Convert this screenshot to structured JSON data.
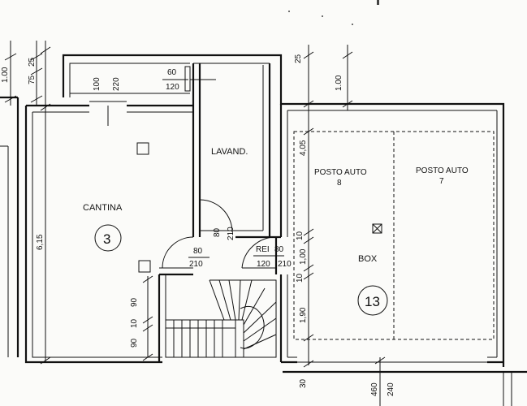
{
  "rooms": {
    "cantina": "CANTINA",
    "lavanderia": "LAVAND.",
    "box": "BOX",
    "posto_auto_8": "POSTO AUTO",
    "posto_auto_8_num": "8",
    "posto_auto_7": "POSTO AUTO",
    "posto_auto_7_num": "7"
  },
  "unit_numbers": {
    "cantina": "3",
    "box": "13"
  },
  "dimensions": {
    "left_1_00": "1.00",
    "left_75": "75",
    "left_25": "25",
    "top_25": "25",
    "top_1_00": "1.00",
    "opening_100": "100",
    "opening_220": "220",
    "opening_60": "60",
    "opening_120_top": "120",
    "height_6_15": "6,15",
    "height_4_05": "4,05",
    "height_10_a": "10",
    "height_1_00": "1,00",
    "height_10_b": "10",
    "height_1_90": "1,90",
    "door_80_a": "80",
    "door_210_a": "210",
    "door_80_b": "80",
    "door_210_b": "210",
    "rei": "REI",
    "rei_80": "80",
    "door_120": "120",
    "door_210_c": "210",
    "stair_90_a": "90",
    "stair_10": "10",
    "stair_90_b": "90",
    "bottom_30": "30",
    "bottom_460": "460",
    "bottom_240": "240"
  }
}
